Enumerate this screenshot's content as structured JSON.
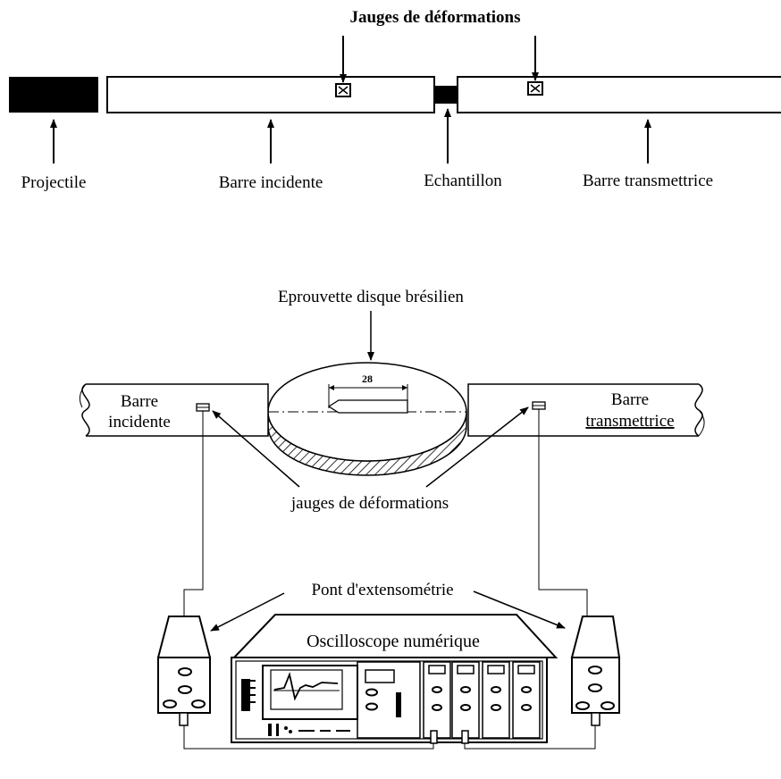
{
  "top_diagram": {
    "gauges_label": "Jauges de déformations",
    "projectile_label": "Projectile",
    "incident_bar_label": "Barre incidente",
    "sample_label": "Echantillon",
    "transmitter_bar_label": "Barre transmettrice"
  },
  "bottom_diagram": {
    "specimen_label": "Eprouvette disque brésilien",
    "dimension_label": "28",
    "incident_bar_line1": "Barre",
    "incident_bar_line2": "incidente",
    "transmitter_bar_line1": "Barre",
    "transmitter_bar_line2": "transmettrice",
    "gauges_label": "jauges de déformations",
    "bridge_label": "Pont d'extensométrie",
    "oscilloscope_label": "Oscilloscope numérique"
  },
  "colors": {
    "ink": "#000000",
    "background": "#ffffff"
  }
}
